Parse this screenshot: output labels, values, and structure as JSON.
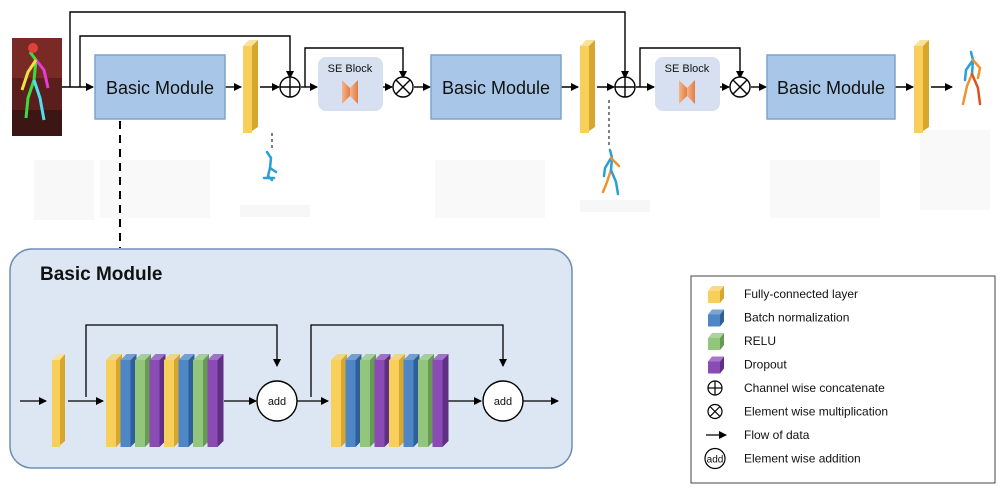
{
  "modules": {
    "basic_module_label": "Basic Module",
    "se_block_label": "SE Block"
  },
  "detail_panel": {
    "title": "Basic Module",
    "add_label": "add"
  },
  "legend": {
    "items": [
      {
        "kind": "fc",
        "label": "Fully-connected layer"
      },
      {
        "kind": "bn",
        "label": "Batch normalization"
      },
      {
        "kind": "relu",
        "label": "RELU"
      },
      {
        "kind": "dropout",
        "label": "Dropout"
      },
      {
        "kind": "concat",
        "label": "Channel wise concatenate"
      },
      {
        "kind": "mult",
        "label": "Element wise multiplication"
      },
      {
        "kind": "arrow",
        "label": "Flow of data"
      },
      {
        "kind": "add",
        "label": "Element wise addition",
        "symbol": "add"
      }
    ]
  },
  "colors": {
    "fc_front": "#f8cf5a",
    "fc_side": "#d7a72d",
    "bn_front": "#4f86c6",
    "bn_side": "#2f5f99",
    "relu_front": "#92c67c",
    "relu_side": "#679a52",
    "dropout_front": "#8b4bb5",
    "dropout_side": "#5f2f85",
    "module_fill": "#a8c7e8",
    "module_stroke": "#7fa3cc",
    "se_fill": "#d6e0f0",
    "se_accent": "#f2a271",
    "panel_fill": "#dde7f3",
    "panel_stroke": "#6f8fb5",
    "pose_blue": "#2a9fd6",
    "pose_orange": "#f0922d"
  }
}
